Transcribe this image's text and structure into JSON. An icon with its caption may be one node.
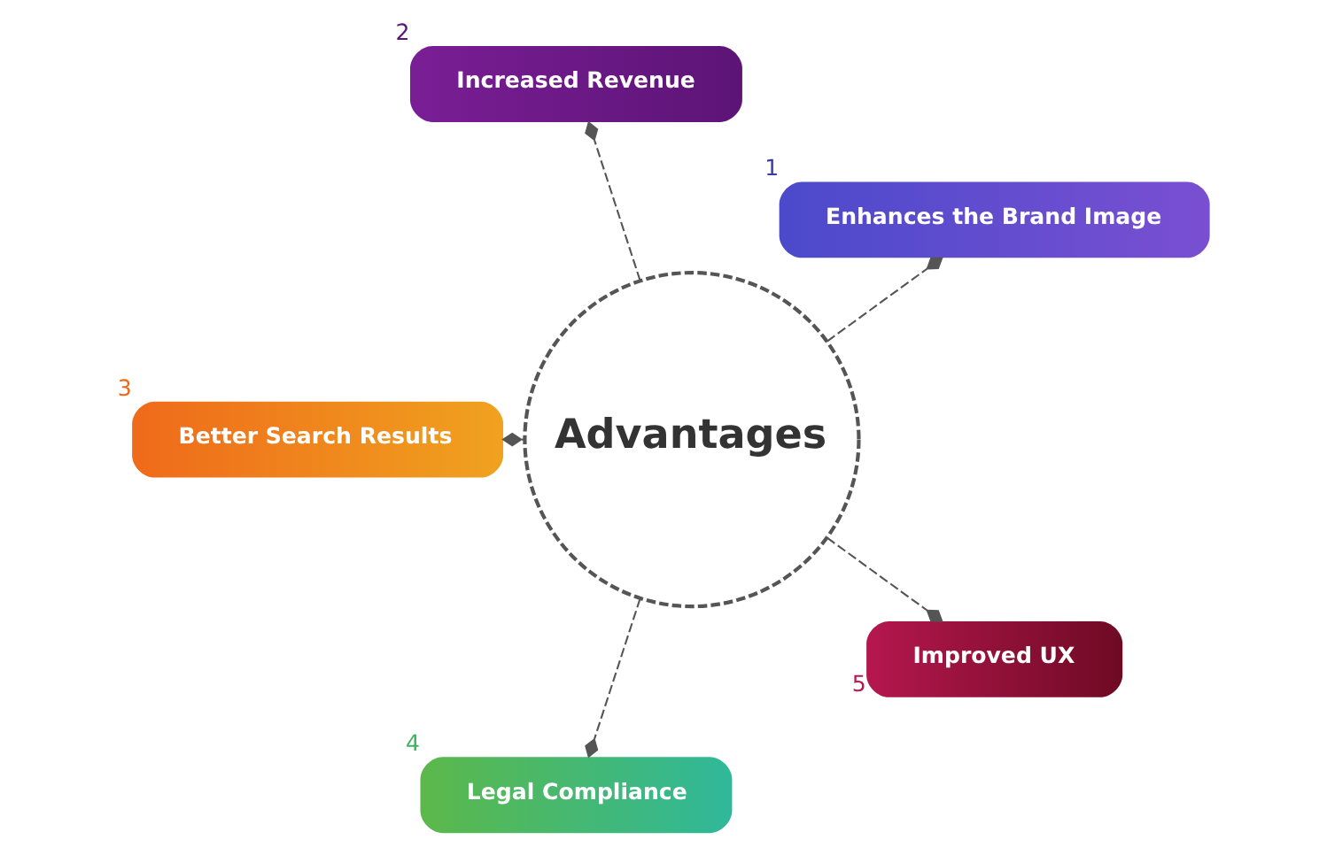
{
  "diagram": {
    "nodes": [
      {
        "text": [
          "Advantages"
        ]
      },
      {
        "text": [
          "Enhances the Brand Image"
        ],
        "beside": [
          "1"
        ]
      },
      {
        "text": [
          "Increased Revenue"
        ],
        "beside": [
          "2"
        ]
      },
      {
        "text": [
          "Better Search Results"
        ],
        "beside": [
          "3"
        ]
      },
      {
        "text": [
          "Legal Compliance"
        ],
        "beside": [
          "4"
        ]
      },
      {
        "text": [
          "Improved UX"
        ],
        "beside": [
          "5"
        ]
      }
    ],
    "edges": [
      {
        "from": 0,
        "to": 1,
        "arrow": "other",
        "style": "dashed"
      },
      {
        "from": 0,
        "to": 2,
        "arrow": "other",
        "style": "dashed"
      },
      {
        "from": 0,
        "to": 3,
        "arrow": "other",
        "style": "dashed"
      },
      {
        "from": 0,
        "to": 4,
        "arrow": "other",
        "style": "dashed"
      },
      {
        "from": 0,
        "to": 5,
        "arrow": "other",
        "style": "dashed"
      }
    ]
  }
}
